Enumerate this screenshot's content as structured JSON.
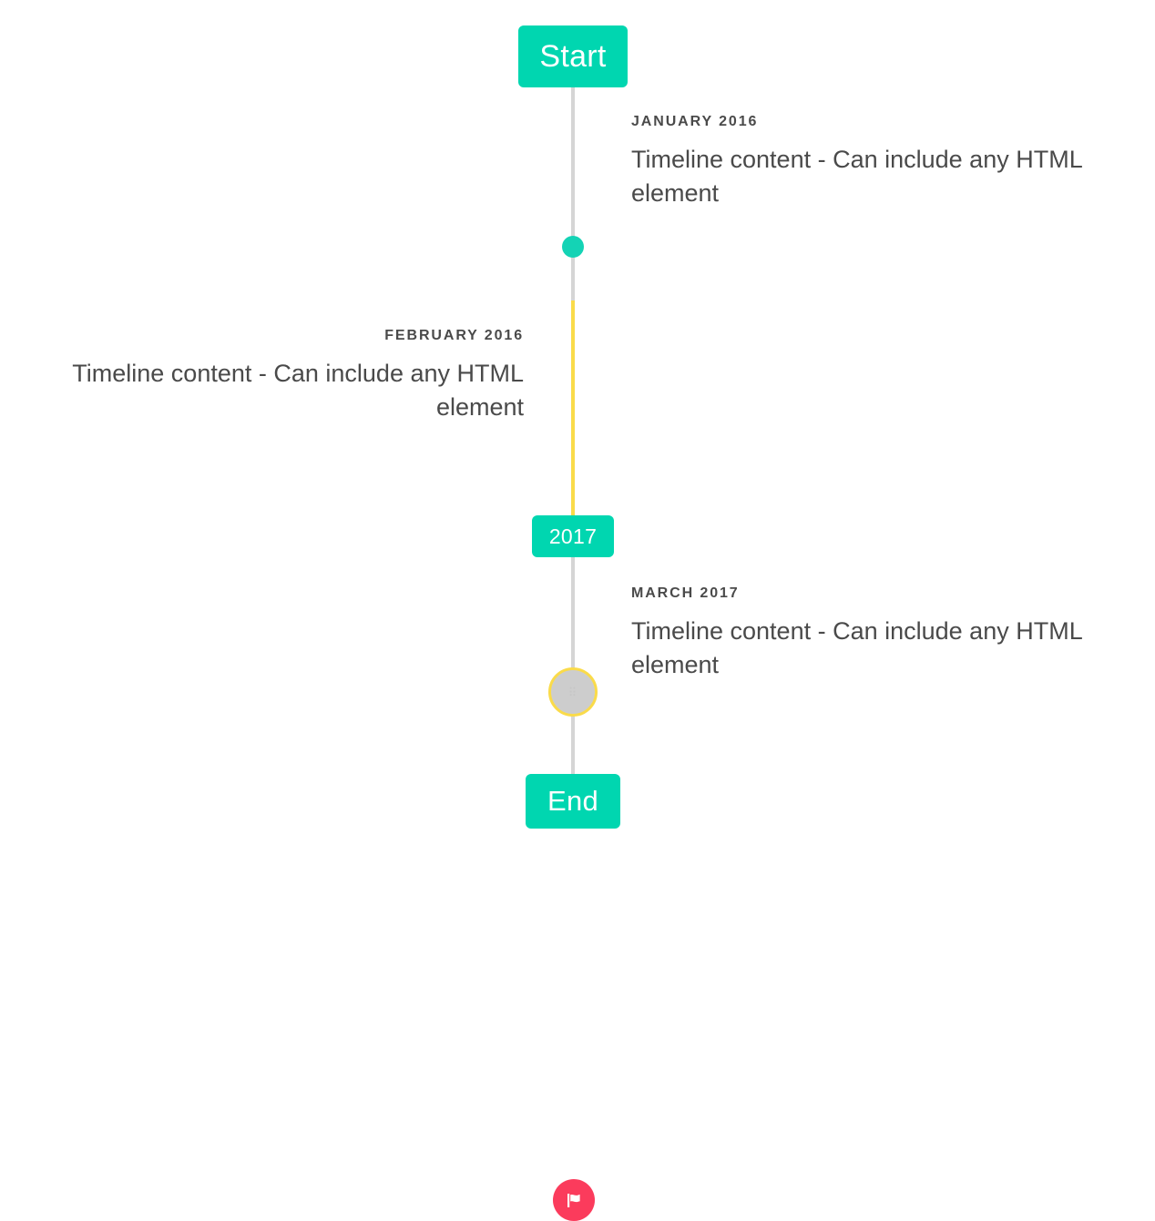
{
  "timeline": {
    "caps": {
      "start": {
        "label": "Start",
        "color": "#00d6b0"
      },
      "middle": {
        "label": "2017",
        "color": "#00d6b0"
      },
      "end": {
        "label": "End",
        "color": "#00d6b0"
      }
    },
    "rail": {
      "default_color": "#d5d5d5",
      "highlight_color": "#fadb4a"
    },
    "events": [
      {
        "date": "JANUARY 2016",
        "text": "Timeline content - Can include any HTML element",
        "side": "right",
        "marker": {
          "type": "dot",
          "icon": "dot-icon",
          "color": "#14d3b5"
        }
      },
      {
        "date": "FEBRUARY 2016",
        "text": "Timeline content - Can include any HTML element",
        "side": "left",
        "marker": {
          "type": "ring",
          "icon": "placeholder-icon",
          "glyph": "⠿",
          "fill": "#cdcdcd",
          "ring_color": "#fadb4a"
        }
      },
      {
        "date": "MARCH 2017",
        "text": "Timeline content - Can include any HTML element",
        "side": "right",
        "marker": {
          "type": "badge",
          "icon": "flag-icon",
          "color": "#fb3b5c"
        }
      }
    ]
  }
}
